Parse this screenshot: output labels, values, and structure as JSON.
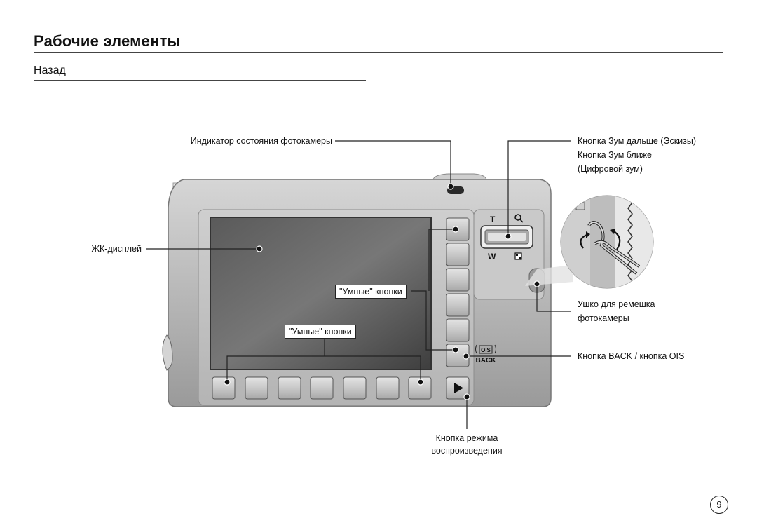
{
  "header": {
    "title": "Рабочие элементы",
    "subtitle": "Назад"
  },
  "callouts": {
    "status_indicator": "Индикатор состояния фотокамеры",
    "zoom_out": "Кнопка Зум дальше (Эскизы)",
    "zoom_in": "Кнопка Зум ближе",
    "digital_zoom": "(Цифровой зум)",
    "lcd": "ЖК-дисплей",
    "smart_buttons_vertical": "\"Умные\" кнопки",
    "smart_buttons_horizontal": "\"Умные\" кнопки",
    "strap_eyelet_line1": "Ушко для ремешка",
    "strap_eyelet_line2": "фотокамеры",
    "back_ois": "Кнопка BACK / кнопка OIS",
    "playback_line1": "Кнопка режима",
    "playback_line2": "воспроизведения"
  },
  "camera_markings": {
    "zoom_t": "T",
    "zoom_w": "W",
    "back_text": "BACK",
    "ois_text": "OIS"
  },
  "icons": {
    "zoom_in_symbol": "magnifier-icon",
    "thumbnail_symbol": "thumbnail-grid-icon",
    "playback_symbol": "play-triangle-icon"
  },
  "footer": {
    "page_number": "9"
  }
}
